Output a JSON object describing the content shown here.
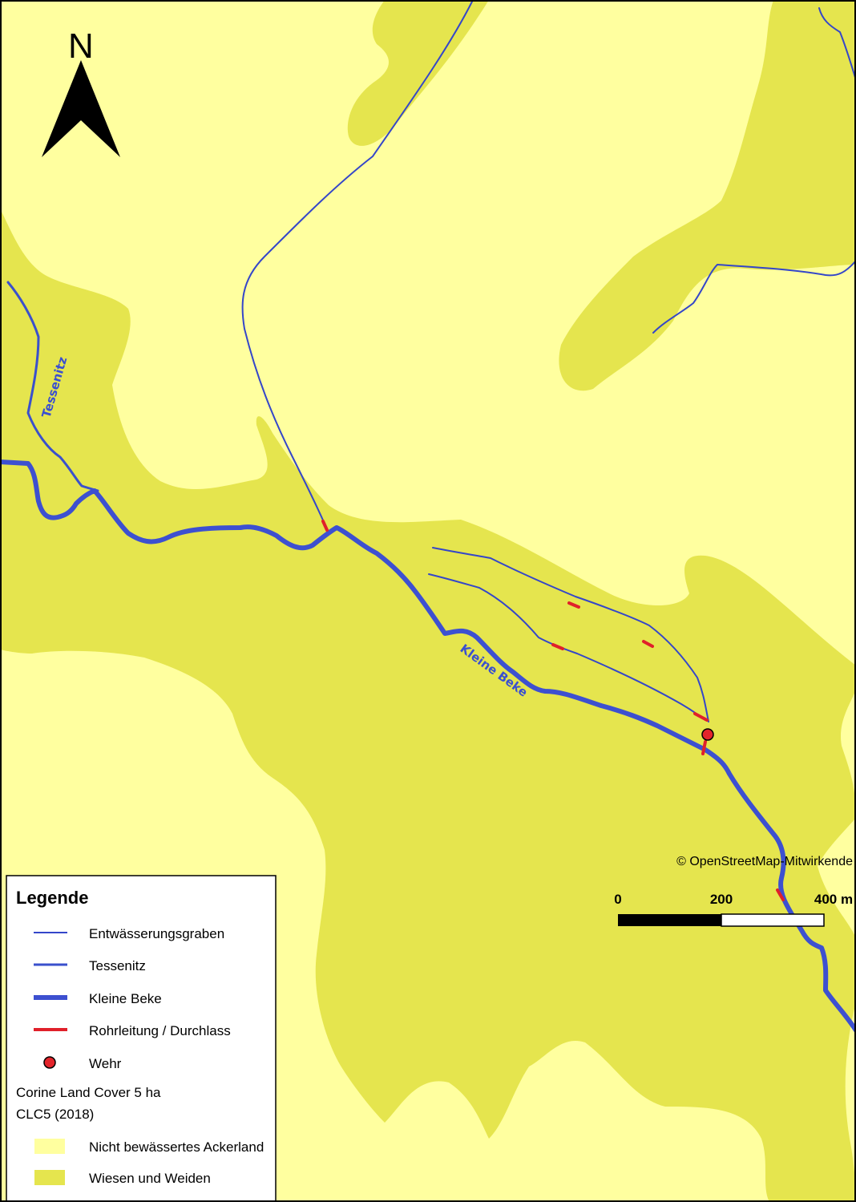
{
  "colors": {
    "acker": "#ffff9f",
    "wiesen": "#e5e54e",
    "graben": "#3446c9",
    "tessenitz": "#3a50cc",
    "beke": "#3d50d0",
    "rohr": "#e0202a",
    "wehr": "#e3242b",
    "frame": "#000000"
  },
  "north_arrow": {
    "label": "N",
    "icon": "north-arrow-icon"
  },
  "rivers": {
    "tessenitz_label": "Tessenitz",
    "beke_label": "Kleine Beke"
  },
  "attribution": "© OpenStreetMap-Mitwirkende",
  "scalebar": {
    "labels": [
      "0",
      "200",
      "400 m"
    ],
    "unit": "m"
  },
  "legend": {
    "title": "Legende",
    "lines": [
      {
        "label": "Entwässerungsgraben",
        "symbol": "thin-blue-line"
      },
      {
        "label": "Tessenitz",
        "symbol": "medium-blue-line"
      },
      {
        "label": "Kleine Beke",
        "symbol": "thick-blue-line"
      },
      {
        "label": "Rohrleitung / Durchlass",
        "symbol": "red-line"
      },
      {
        "label": "Wehr",
        "symbol": "red-dot"
      }
    ],
    "landcover_heading_1": "Corine Land Cover 5 ha",
    "landcover_heading_2": "CLC5 (2018)",
    "landcover": [
      {
        "label": "Nicht bewässertes Ackerland",
        "color": "#ffff9f"
      },
      {
        "label": "Wiesen und Weiden",
        "color": "#e5e54e"
      }
    ]
  }
}
